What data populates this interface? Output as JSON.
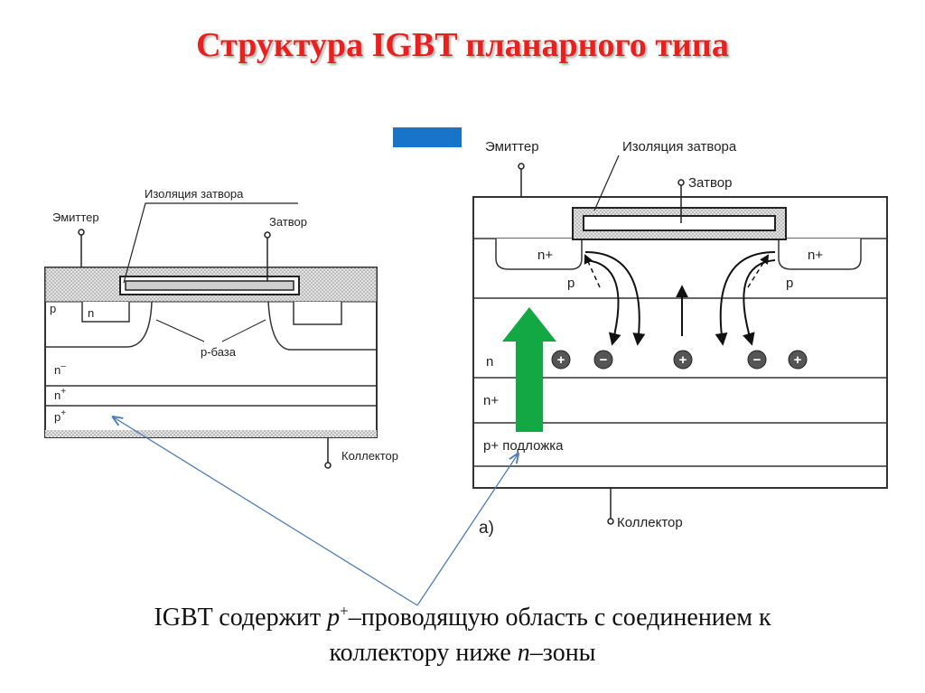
{
  "slide": {
    "title": "Структура IGBT планарного типа",
    "caption": {
      "line1_prefix": "IGBT содержит ",
      "line1_sym": "p",
      "line1_sup": "+",
      "line1_suffix": "–проводящую область с соединением к",
      "line2_prefix": "коллектору ниже ",
      "line2_sym": "n",
      "line2_suffix": "–зоны"
    }
  },
  "left_diagram": {
    "label_gate_insulation": "Изоляция затвора",
    "label_emitter": "Эмиттер",
    "label_gate": "Затвор",
    "label_p": "p",
    "label_n_source": "n",
    "label_p_base": "p-база",
    "label_n_minus": "n",
    "sup_n_minus": "–",
    "label_n_plus": "n",
    "sup_n_plus": "+",
    "label_p_plus": "p",
    "sup_p_plus": "+",
    "label_collector": "Коллектор"
  },
  "right_diagram": {
    "label_emitter": "Эмиттер",
    "label_gate_insulation": "Изоляция затвора",
    "label_gate": "Затвор",
    "label_n_plus_left": "n+",
    "label_n_plus_right": "n+",
    "label_p_left": "p",
    "label_p_right": "p",
    "label_n": "n",
    "label_n_plus_layer": "n+",
    "label_p_substrate": "p+ подложка",
    "label_collector": "Коллектор",
    "label_figure": "а)",
    "carriers": [
      "+",
      "−",
      "+",
      "−",
      "+"
    ]
  },
  "colors": {
    "title": "#e8201e",
    "arrow_green": "#14a845",
    "marker_blue": "#1874c8",
    "pointer_line": "#4d7db7"
  }
}
